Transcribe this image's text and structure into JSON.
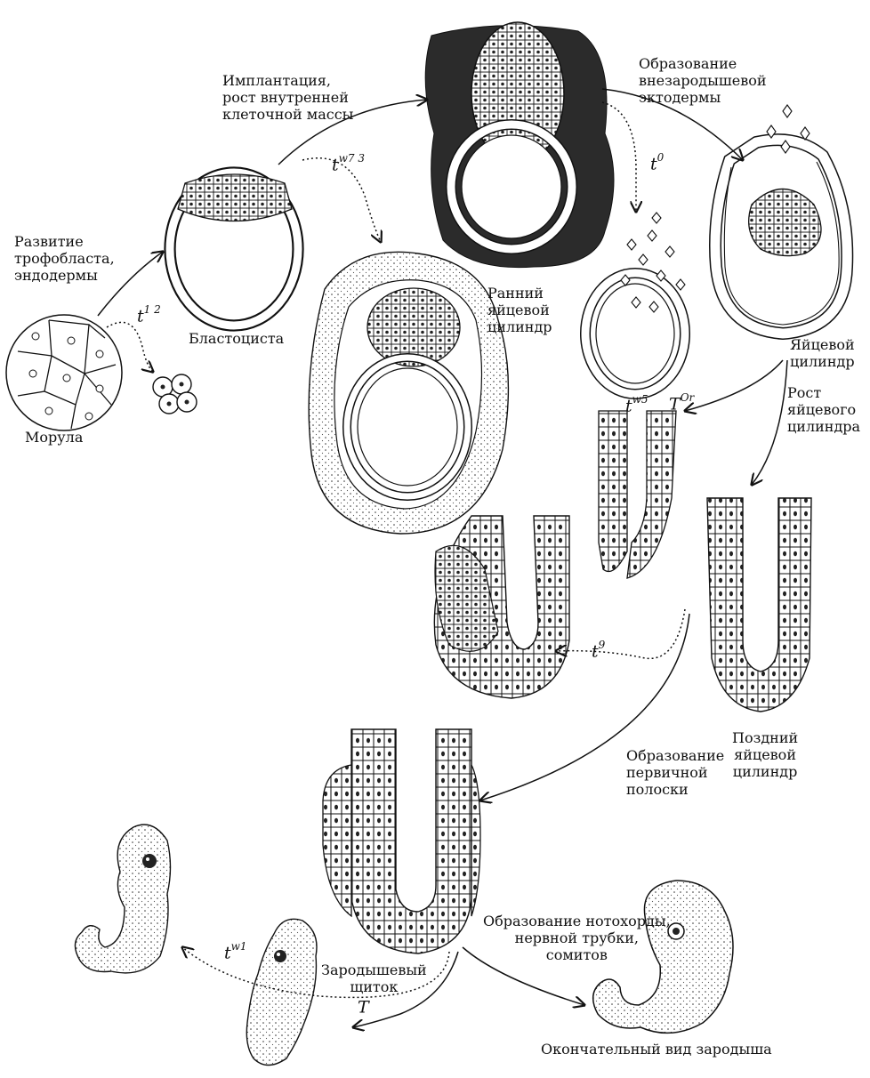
{
  "labels": {
    "morula": "Морула",
    "trophoblast": "Развитие\nтрофобласта,\nэндодермы",
    "blastocyst": "Бластоциста",
    "implantation": "Имплантация,\nрост внутренней\nклеточной массы",
    "early_cylinder": "Ранний\nяйцевой\nцилиндр",
    "extraembryonic": "Образование\nвнезародышевой\nэктодермы",
    "egg_cylinder": "Яйцевой\nцилиндр",
    "cylinder_growth": "Рост\nяйцевого\nцилиндра",
    "late_cylinder": "Поздний\nяйцевой\nцилиндр",
    "primitive_streak": "Образование\nпервичной\nполоски",
    "shield": "Зародышевый\nщиток",
    "notochord": "Образование нотохорды,\nнервной трубки,\nсомитов",
    "final": "Окончательный вид зародыша"
  },
  "mutations": {
    "t12": {
      "base": "t",
      "sup": "1 2"
    },
    "tw73": {
      "base": "t",
      "sup": "w7 3"
    },
    "t0": {
      "base": "t",
      "sup": "0"
    },
    "tw5": {
      "base": "t",
      "sup": "w5"
    },
    "TOr": {
      "base": "T",
      "sup": "Or"
    },
    "t9": {
      "base": "t",
      "sup": "9"
    },
    "tw1": {
      "base": "t",
      "sup": "w1"
    },
    "T": {
      "base": "T",
      "sup": ""
    }
  }
}
